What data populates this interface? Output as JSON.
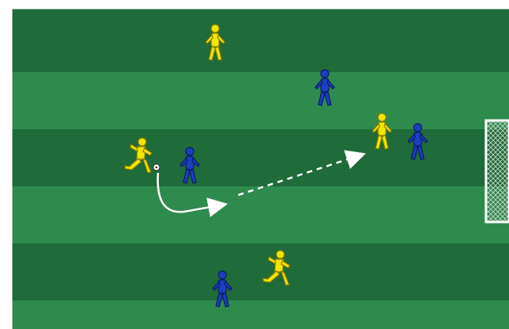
{
  "diagram": {
    "type": "football-drill",
    "pitch": {
      "stripe_dark": "#1f6b3a",
      "stripe_light": "#2f8a4e",
      "line_color": "#ffffff",
      "goal": "right-edge"
    },
    "teams": {
      "attackers": {
        "color": "#f2e600",
        "outline": "#8a7d00",
        "count": 4
      },
      "defenders": {
        "color": "#1a3fbf",
        "outline": "#0b1c66",
        "count": 4
      }
    },
    "ball": {
      "holder": "attacker-left-wing"
    },
    "movements": [
      {
        "kind": "dribble",
        "style": "solid-curved",
        "from": "attacker-left-wing",
        "to": "space-center"
      },
      {
        "kind": "pass",
        "style": "dashed",
        "from": "space-center",
        "to": "attacker-near-goal"
      }
    ]
  }
}
